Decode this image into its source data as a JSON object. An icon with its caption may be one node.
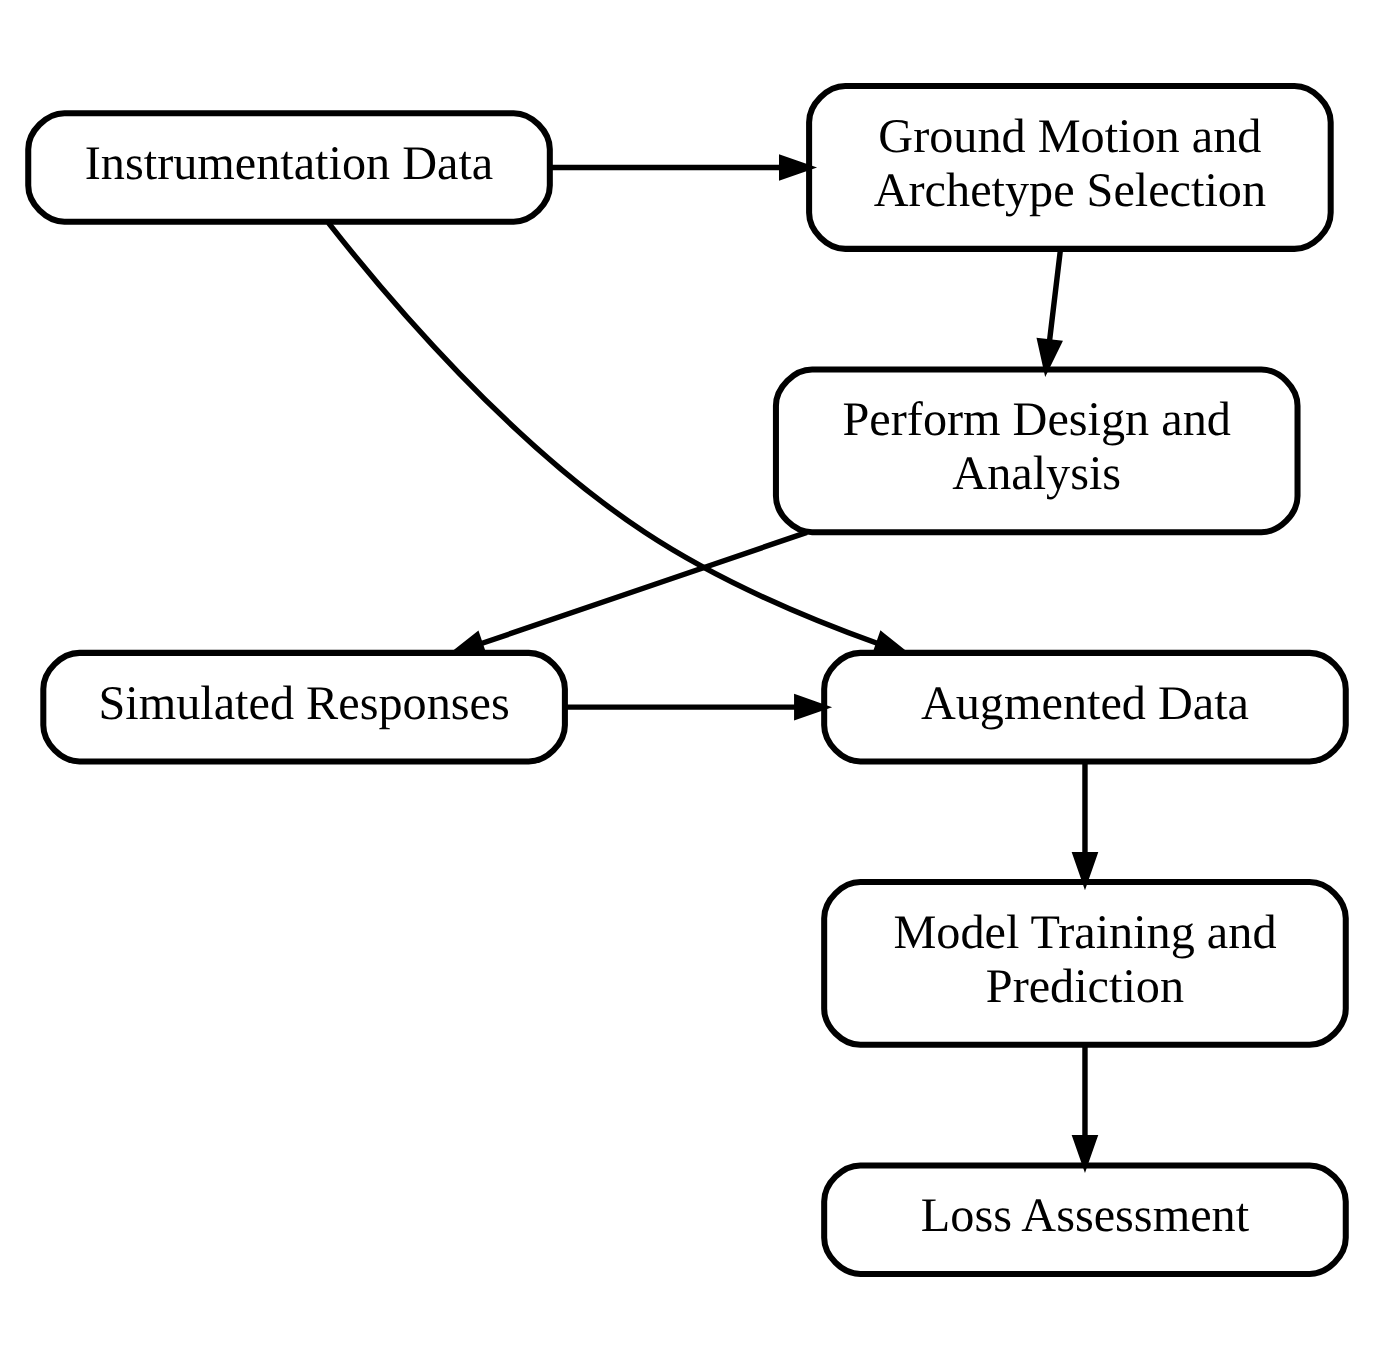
{
  "diagram": {
    "nodes": [
      {
        "text": [
          "Instrumentation Data"
        ]
      },
      {
        "text": [
          "Ground Motion and Archetype Selection"
        ]
      },
      {
        "text": [
          "Perform Design and Analysis"
        ]
      },
      {
        "text": [
          "Simulated Responses"
        ]
      },
      {
        "text": [
          "Augmented Data"
        ]
      },
      {
        "text": [
          "Model Training and Prediction"
        ]
      },
      {
        "text": [
          "Loss Assessment"
        ]
      }
    ],
    "edges": [
      {
        "from": 0,
        "to": 1,
        "arrow": "to"
      },
      {
        "from": 1,
        "to": 2,
        "arrow": "to"
      },
      {
        "from": 2,
        "to": 3,
        "arrow": "to"
      },
      {
        "from": 0,
        "to": 4,
        "arrow": "to"
      },
      {
        "from": 3,
        "to": 4,
        "arrow": "to"
      },
      {
        "from": 4,
        "to": 5,
        "arrow": "to"
      },
      {
        "from": 5,
        "to": 6,
        "arrow": "to"
      }
    ]
  }
}
